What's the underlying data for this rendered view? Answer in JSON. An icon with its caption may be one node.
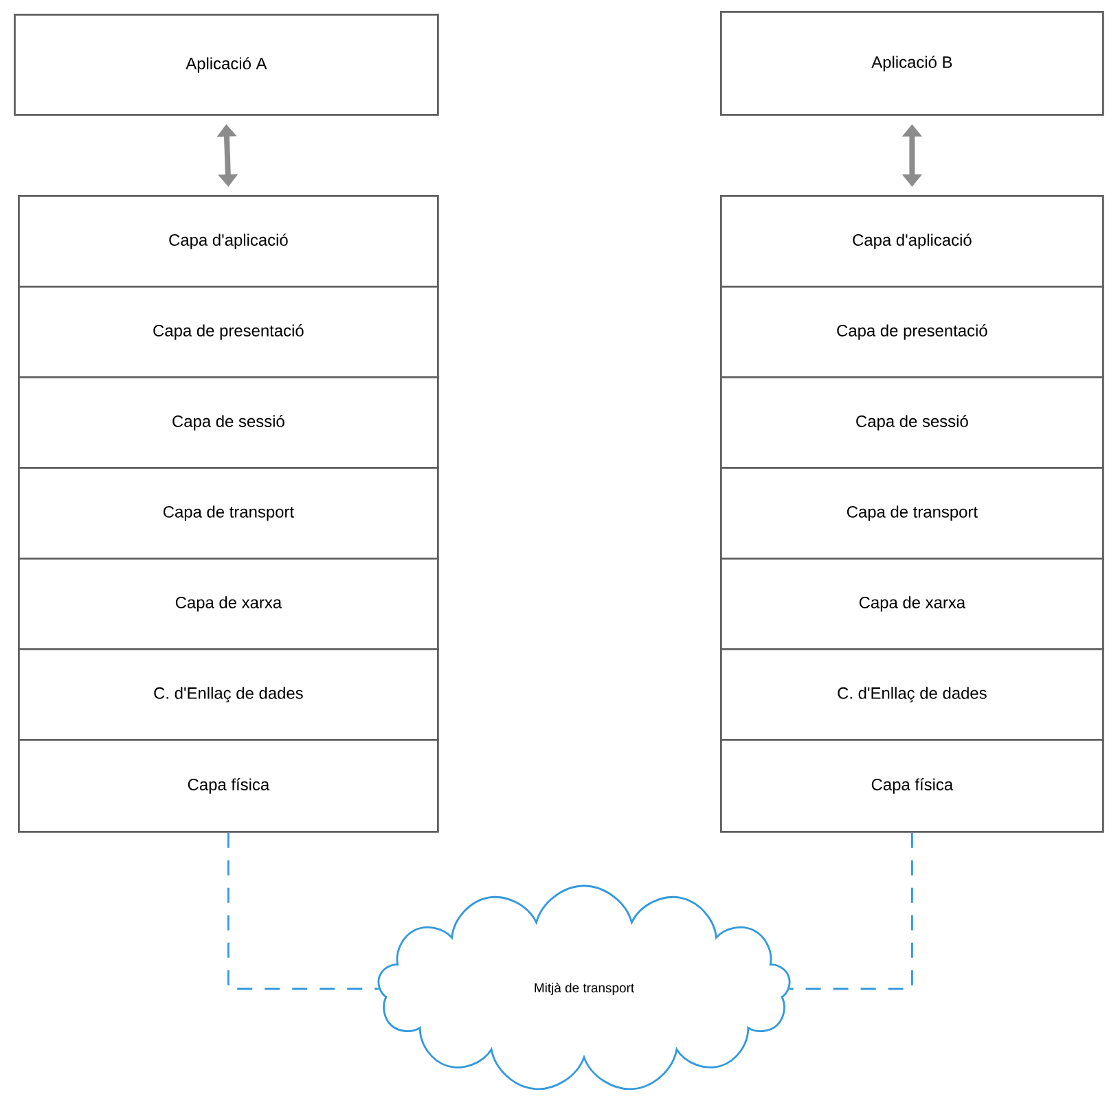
{
  "diagram": {
    "nodes": [
      {
        "text": [
          "Aplicació A"
        ]
      },
      {
        "text": [
          "Capa d'aplicació"
        ]
      },
      {
        "text": [
          "Capa de presentació"
        ]
      },
      {
        "text": [
          "Capa de sessió"
        ]
      },
      {
        "text": [
          "Capa de transport"
        ]
      },
      {
        "text": [
          "Capa de xarxa"
        ]
      },
      {
        "text": [
          "C. d'Enllaç de dades"
        ]
      },
      {
        "text": [
          "Capa física"
        ]
      },
      {
        "text": [
          "Aplicació B"
        ]
      },
      {
        "text": [
          "Capa d'aplicació"
        ]
      },
      {
        "text": [
          "Capa de presentació"
        ]
      },
      {
        "text": [
          "Capa de sessió"
        ]
      },
      {
        "text": [
          "Capa de transport"
        ]
      },
      {
        "text": [
          "Capa de xarxa"
        ]
      },
      {
        "text": [
          "C. d'Enllaç de dades"
        ]
      },
      {
        "text": [
          "Capa física"
        ]
      },
      {
        "text": [
          "Mitjà de transport"
        ]
      }
    ],
    "edges": [
      {
        "from": 0,
        "to": 1,
        "arrow": "both",
        "style": "thick",
        "color": "#8c8c8c"
      },
      {
        "from": 8,
        "to": 9,
        "arrow": "both",
        "style": "thick",
        "color": "#8c8c8c"
      },
      {
        "from": 7,
        "to": 16,
        "arrow": "none",
        "style": "dashed",
        "color": "#3399dd"
      },
      {
        "from": 15,
        "to": 16,
        "arrow": "none",
        "style": "dashed",
        "color": "#3399dd"
      }
    ]
  }
}
